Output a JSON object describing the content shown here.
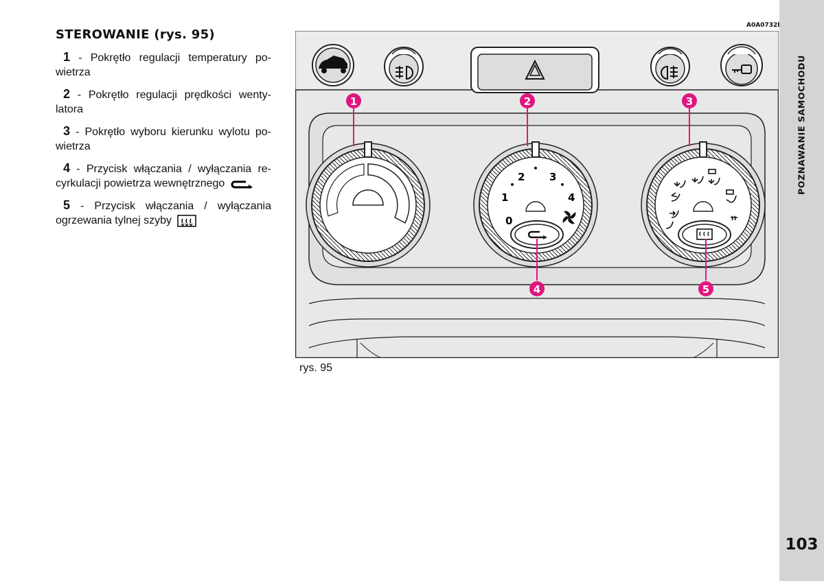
{
  "heading": {
    "title": "STEROWANIE",
    "ref": "(rys. 95)"
  },
  "items": [
    {
      "num": "1",
      "text": "- Pokrętło regulacji temperatury po-wietrza"
    },
    {
      "num": "2",
      "text": "- Pokrętło regulacji prędkości wenty-latora"
    },
    {
      "num": "3",
      "text": "- Pokrętło wyboru kierunku wylotu po-wietrza"
    },
    {
      "num": "4",
      "text": "- Przycisk włączania / wyłączania re-cyrkulacji powietrza wewnętrznego",
      "icon": "recirculation-icon"
    },
    {
      "num": "5",
      "text": "- Przycisk włączania / wyłączania ogrzewania tylnej szyby",
      "icon": "rear-defrost-icon"
    }
  ],
  "figure": {
    "code": "A0A0732b",
    "caption": "rys. 95",
    "callouts": [
      "1",
      "2",
      "3",
      "4",
      "5"
    ],
    "fan_scale": [
      "0",
      "1",
      "2",
      "3",
      "4"
    ],
    "accent_color": "#e0157f",
    "icons": [
      "rear-fog-light-icon",
      "trunk-release-icon",
      "front-fog-light-icon",
      "hazard-icon",
      "key-icon",
      "fan-icon"
    ]
  },
  "sidebar": {
    "section": "POZNAWANIE SAMOCHODU",
    "page": "103"
  }
}
